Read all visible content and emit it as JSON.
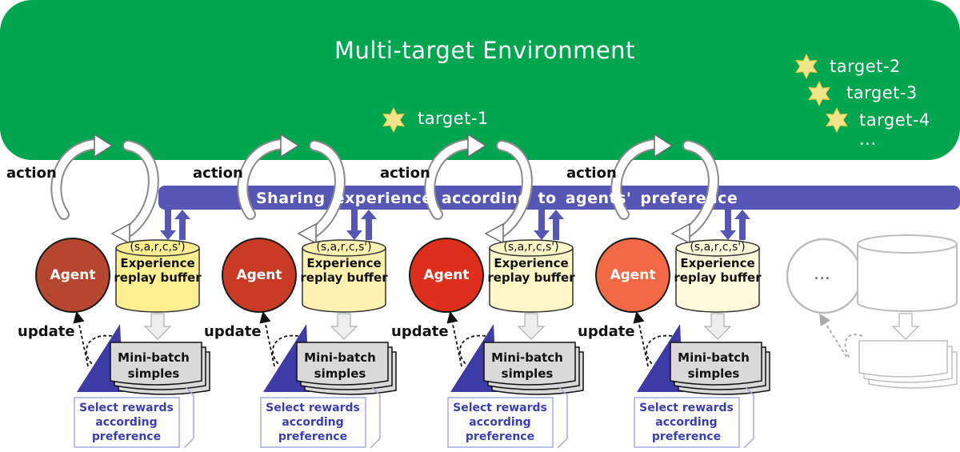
{
  "environment": {
    "title": "Multi-target Environment",
    "targets": [
      "target-1",
      "target-2",
      "target-3",
      "target-4"
    ],
    "ellipsis": "..."
  },
  "sharing_bar": {
    "label": "Sharing experience  according to agents'  preference"
  },
  "units": [
    {
      "action": "action",
      "agent": "Agent",
      "agent_color": "#b5462f",
      "tuple": "(s,a,r,c,s')",
      "buffer_label": "Experience replay buffer",
      "buffer_color": "#ffef90",
      "update": "update",
      "minibatch": "Mini-batch simples",
      "select": "Select rewards according preference"
    },
    {
      "action": "action",
      "agent": "Agent",
      "agent_color": "#c73a24",
      "tuple": "(s,a,r,c,s')",
      "buffer_label": "Experience replay buffer",
      "buffer_color": "#fff2b0",
      "update": "update",
      "minibatch": "Mini-batch simples",
      "select": "Select rewards according preference"
    },
    {
      "action": "action",
      "agent": "Agent",
      "agent_color": "#dd2f1c",
      "tuple": "(s,a,r,c,s')",
      "buffer_label": "Experience replay buffer",
      "buffer_color": "#fff6c8",
      "update": "update",
      "minibatch": "Mini-batch simples",
      "select": "Select rewards according preference"
    },
    {
      "action": "action",
      "agent": "Agent",
      "agent_color": "#f26a45",
      "tuple": "(s,a,r,c,s')",
      "buffer_label": "Experience replay buffer",
      "buffer_color": "#fffadb",
      "update": "update",
      "minibatch": "Mini-batch simples",
      "select": "Select rewards according preference"
    }
  ],
  "extra_unit": {
    "ellipsis": "..."
  },
  "colors": {
    "environment": "#00a550",
    "sharing_bar": "#5656b4",
    "star": "#f3e58a",
    "select_border": "#a9a9e4"
  }
}
